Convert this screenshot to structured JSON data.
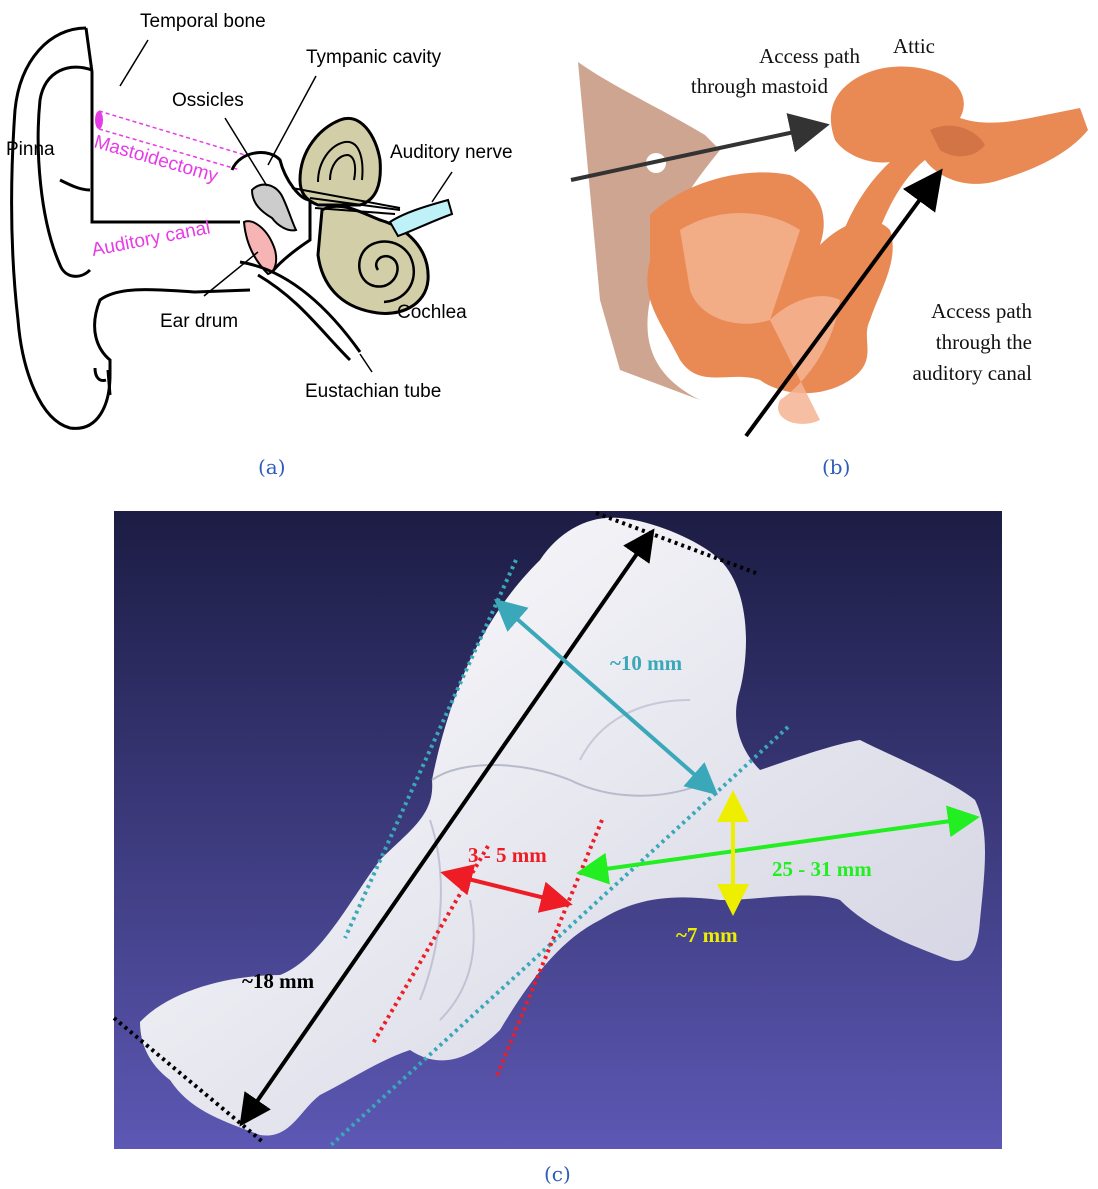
{
  "panel_a": {
    "labels": {
      "temporal_bone": "Temporal bone",
      "tympanic_cavity": "Tympanic cavity",
      "ossicles": "Ossicles",
      "pinna": "Pinna",
      "mastoidectomy": "Mastoidectomy",
      "auditory_nerve": "Auditory nerve",
      "auditory_canal": "Auditory canal",
      "ear_drum": "Ear drum",
      "cochlea": "Cochlea",
      "eustachian_tube": "Eustachian tube"
    },
    "caption": "(a)"
  },
  "panel_b": {
    "labels": {
      "access_mastoid_1": "Access path",
      "access_mastoid_2": "through mastoid",
      "attic": "Attic",
      "access_canal_1": "Access path",
      "access_canal_2": "through the",
      "access_canal_3": "auditory canal"
    },
    "caption": "(b)"
  },
  "panel_c": {
    "measurements": {
      "m10": "~10 mm",
      "m3_5": "3 - 5 mm",
      "m25_31": "25 - 31 mm",
      "m7": "~7 mm",
      "m18": "~18 mm"
    },
    "caption": "(c)"
  },
  "colors": {
    "magenta": "#e63ce6",
    "teal": "#3aa8b8",
    "red": "#ee1c24",
    "green": "#22ee22",
    "yellow": "#eeee00",
    "bg_top": "#1c1c44",
    "bg_bottom": "#5c58b4",
    "orange": "#e98a55",
    "caption_blue": "#2e5cb8"
  }
}
